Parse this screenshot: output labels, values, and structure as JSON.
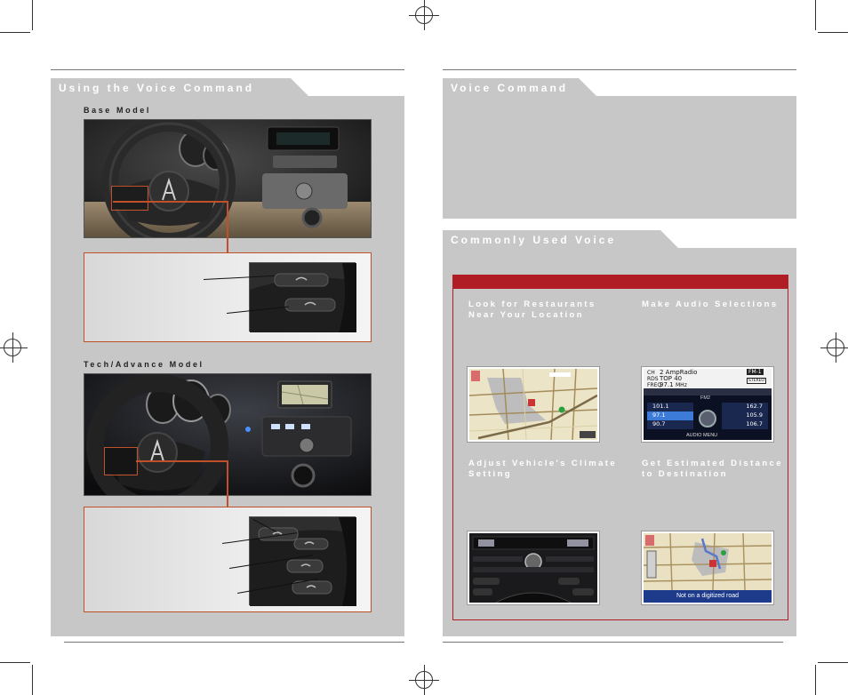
{
  "left_page": {
    "section_title": "Using the Voice Command System",
    "base_model_label": "Base Model",
    "tech_model_label": "Tech/Advance Model"
  },
  "right_page": {
    "tips_title": "Voice Command Tips",
    "commands_title": "Commonly Used Voice Commands",
    "commands": [
      {
        "title": "Look for Restaurants Near Your Location"
      },
      {
        "title": "Make Audio Selections"
      },
      {
        "title": "Adjust Vehicle's Climate Setting"
      },
      {
        "title": "Get Estimated Distance to Destination"
      }
    ],
    "audio_screen": {
      "ch_label": "CH",
      "channel": "2  AmpRadio",
      "fm_badge": "FM-1",
      "rds_label": "RDS",
      "rds_text": "TOP 40",
      "freq_label": "FREQ",
      "freq_value": "97.1",
      "freq_unit": "MHz",
      "stereo": "STEREO",
      "band": "FM2",
      "presets_left": [
        "101.1",
        "97.1",
        "90.7"
      ],
      "presets_right": [
        "162.7",
        "105.9",
        "106.7"
      ],
      "menu_label": "AUDIO MENU"
    },
    "destination_map": {
      "road_status": "Not on a digitized road"
    }
  },
  "colors": {
    "panel_gray": "#c7c7c7",
    "accent_red": "#b01d25",
    "callout_orange": "#c0502a"
  }
}
